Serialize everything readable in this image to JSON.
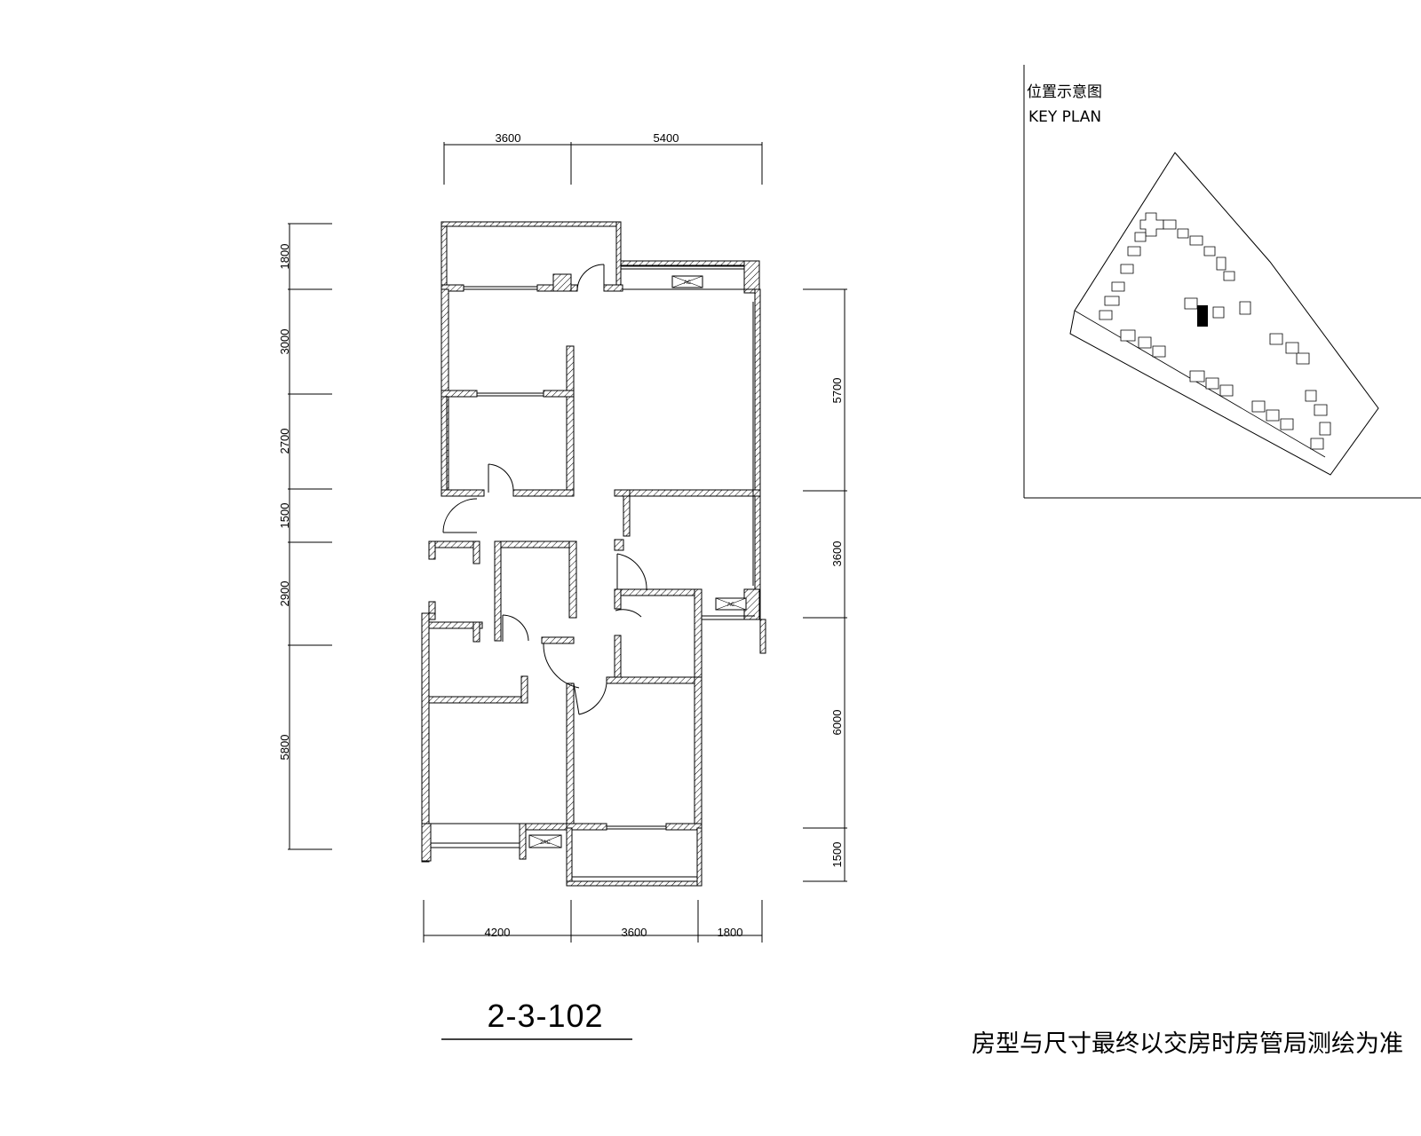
{
  "plan": {
    "unit_number": "2-3-102",
    "disclaimer": "房型与尺寸最终以交房时房管局测绘为准",
    "ac_label": "AC",
    "ac_label_double": "2AC",
    "top_dims": [
      "3600",
      "5400"
    ],
    "bottom_dims": [
      "4200",
      "3600",
      "1800"
    ],
    "left_dims": [
      "1800",
      "3000",
      "2700",
      "1500",
      "2900",
      "5800"
    ],
    "right_dims": [
      "5700",
      "3600",
      "6000",
      "1500"
    ]
  },
  "key_plan": {
    "title_cn": "位置示意图",
    "title_en": "KEY PLAN"
  }
}
